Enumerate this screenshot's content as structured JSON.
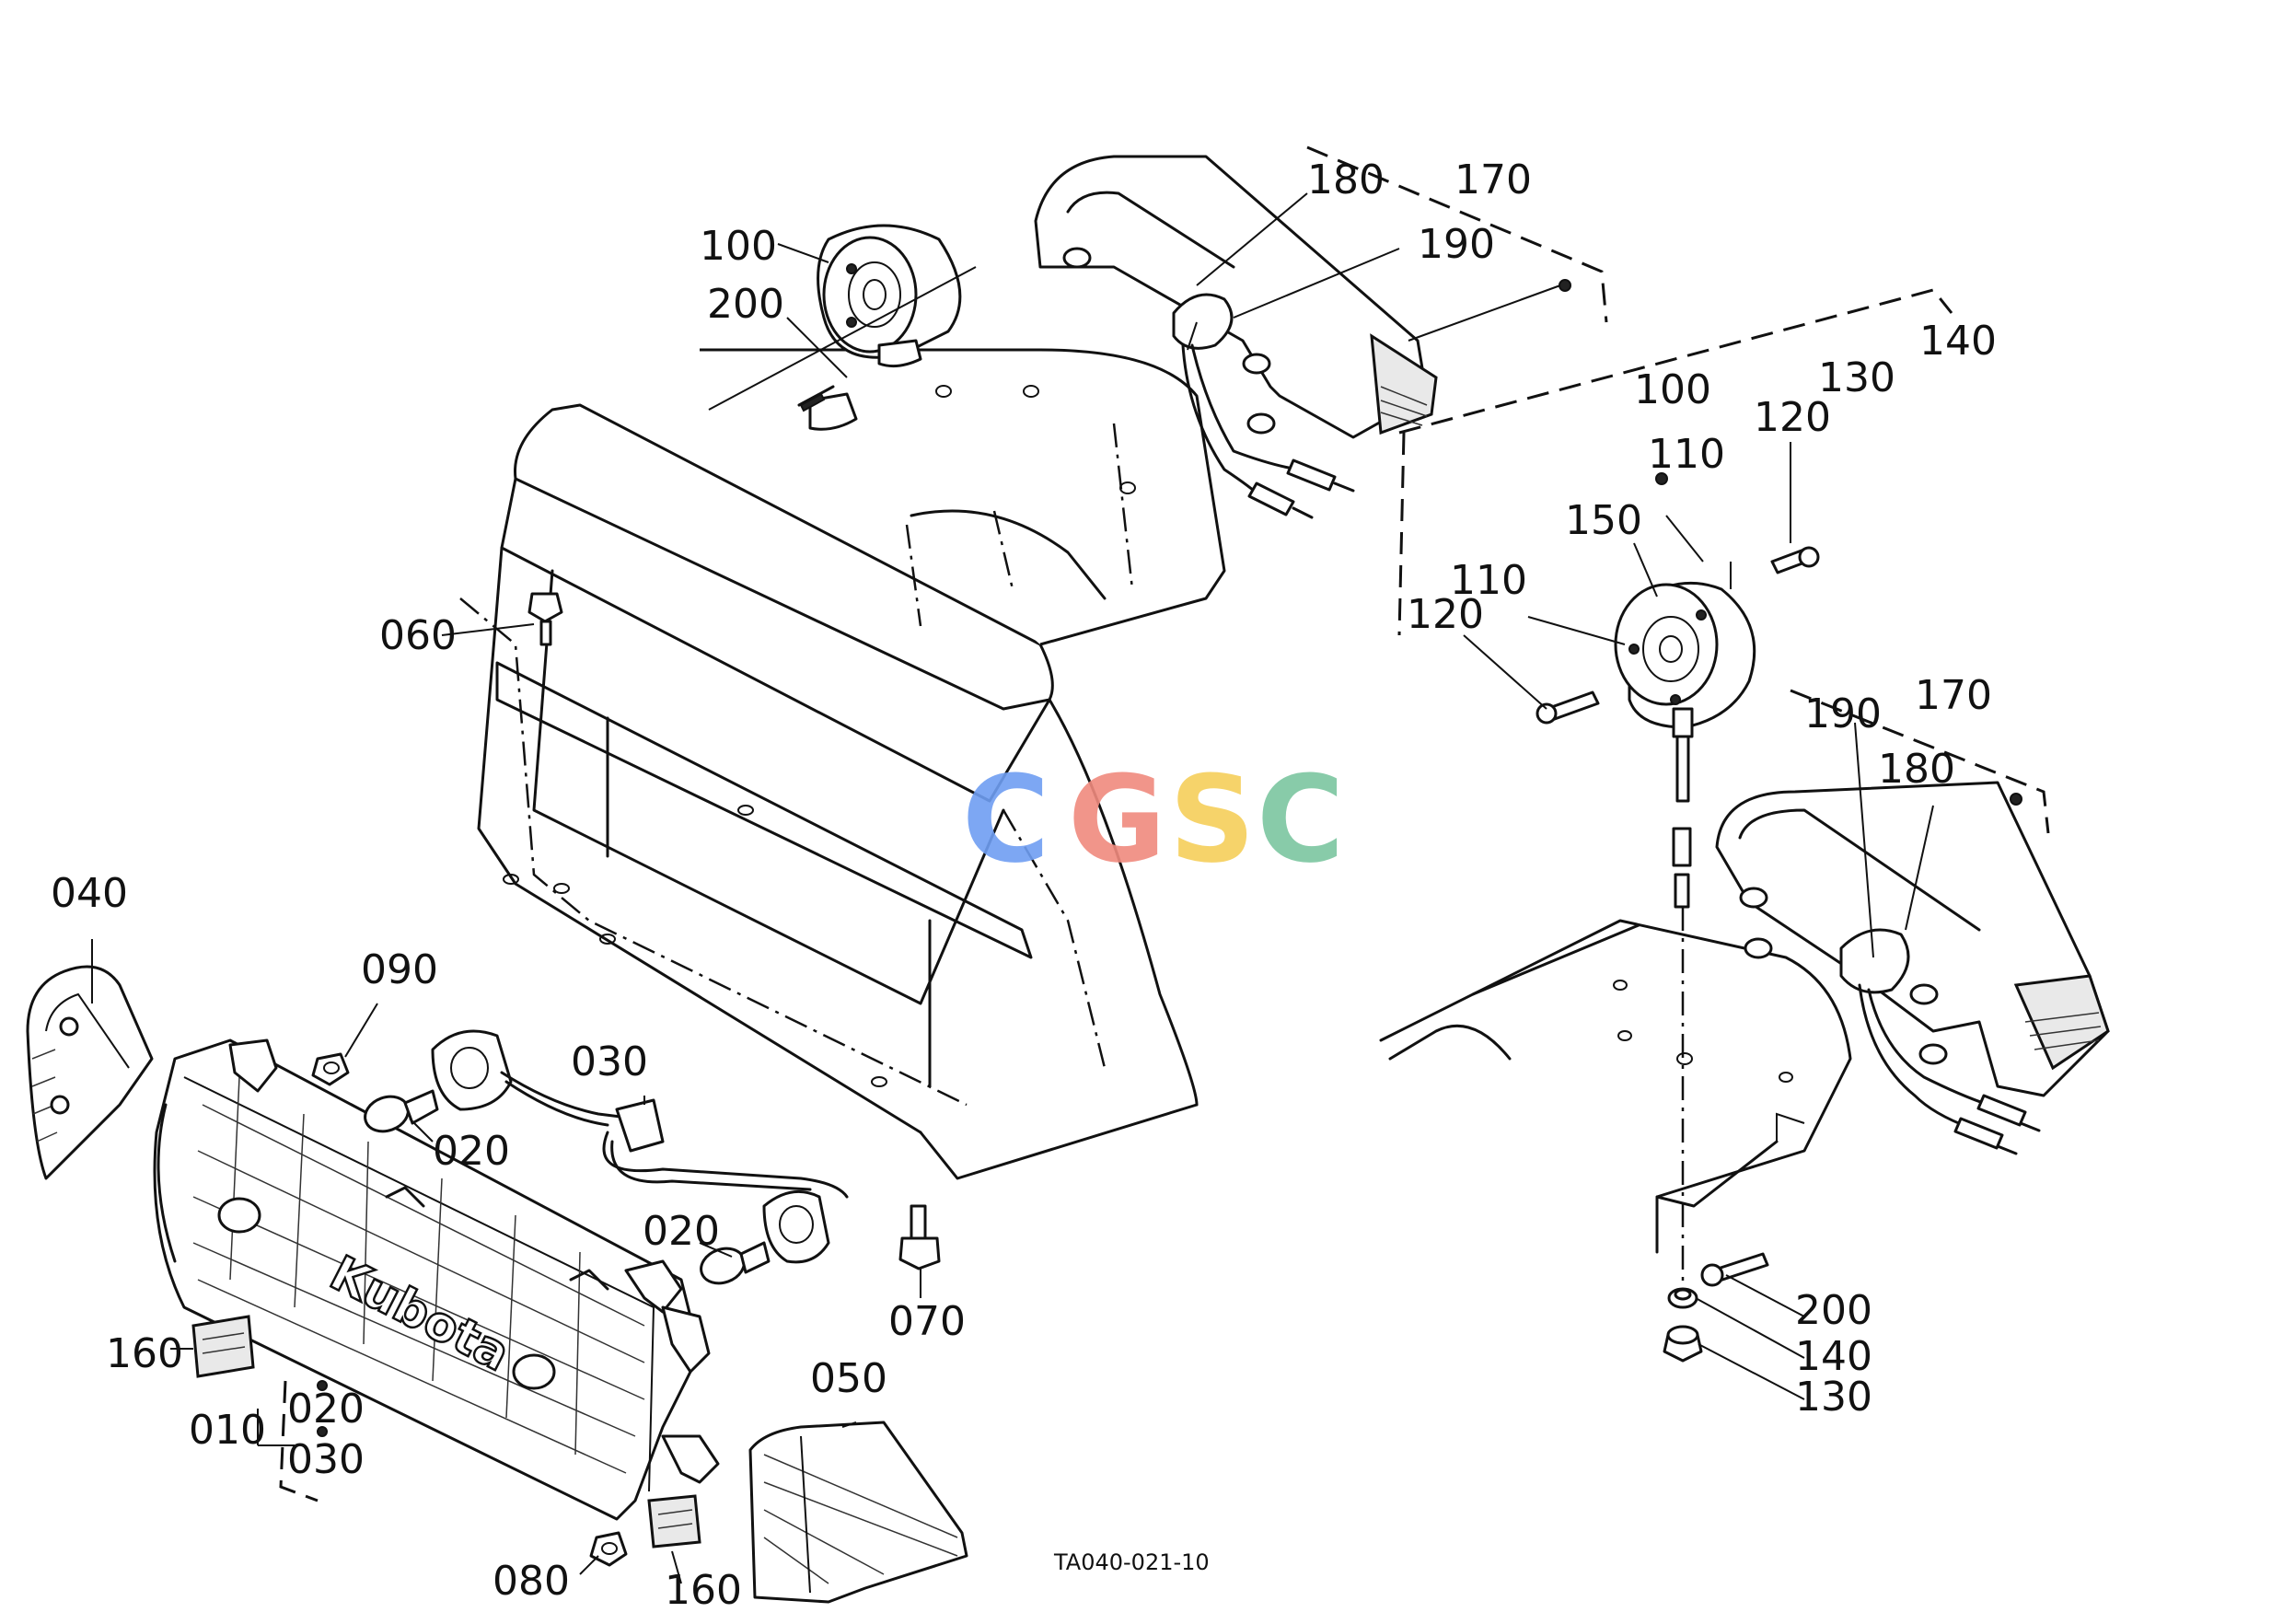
{
  "brand": {
    "logo_text": "Kubota"
  },
  "watermark": {
    "letters": [
      "C",
      "G",
      "S",
      "C"
    ],
    "colors": [
      "#6f9ef2",
      "#f08a7e",
      "#f6cf5a",
      "#7cc6a0"
    ]
  },
  "drawing_code": "TA040-021-10",
  "labels": {
    "l010": "010",
    "l020a": "020",
    "l020b": "020",
    "l020c": "020",
    "l030a": "030",
    "l030b": "030",
    "l040": "040",
    "l050": "050",
    "l060": "060",
    "l070": "070",
    "l080": "080",
    "l090": "090",
    "l100a": "100",
    "l100b": "100",
    "l110a": "110",
    "l110b": "110",
    "l120a": "120",
    "l120b": "120",
    "l130a": "130",
    "l130b": "130",
    "l140a": "140",
    "l140b": "140",
    "l150": "150",
    "l160a": "160",
    "l160b": "160",
    "l170a": "170",
    "l170b": "170",
    "l180a": "180",
    "l180b": "180",
    "l190a": "190",
    "l190b": "190",
    "l200a": "200",
    "l200b": "200"
  }
}
